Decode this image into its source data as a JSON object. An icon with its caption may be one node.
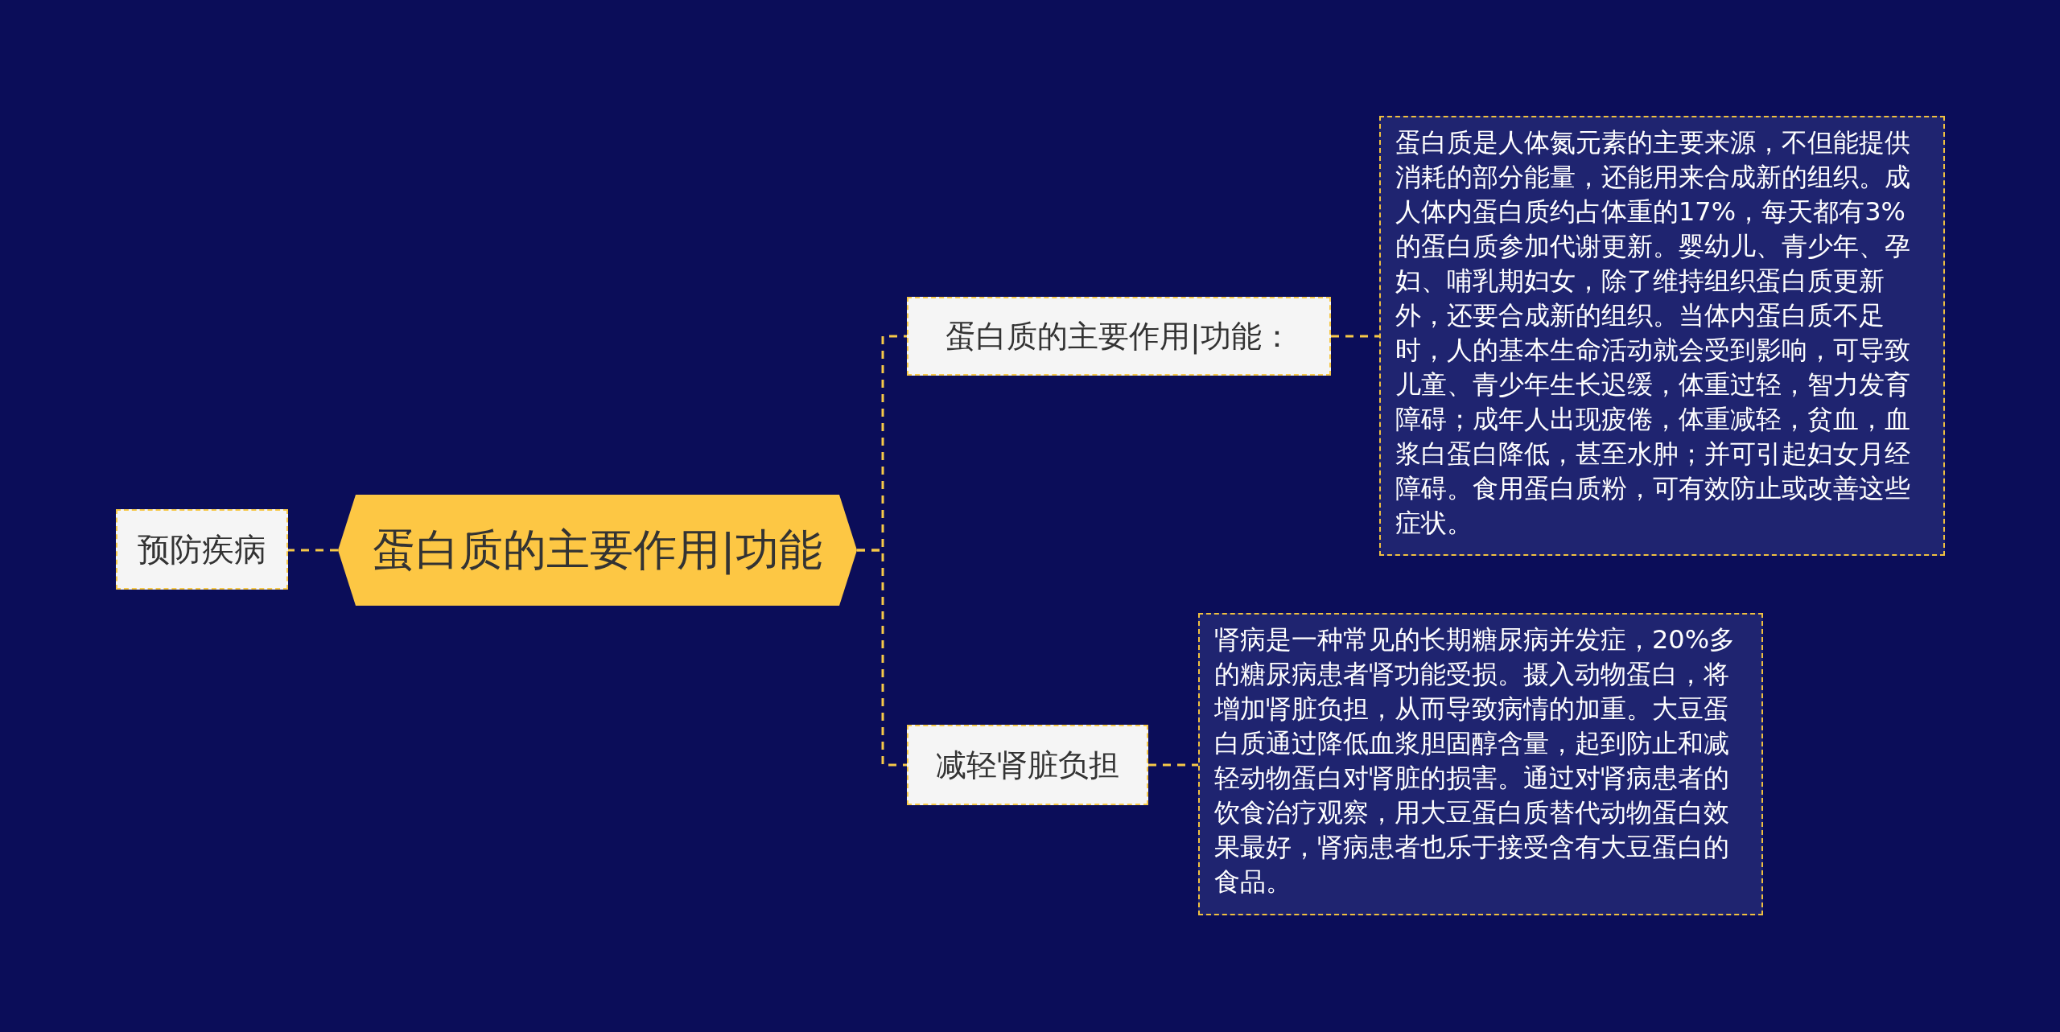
{
  "diagram": {
    "nodes": [
      {
        "text": [
          "蛋白质的主要作用|功能"
        ]
      },
      {
        "text": [
          "预防疾病"
        ]
      },
      {
        "text": [
          "蛋白质的主要作用|功能："
        ]
      },
      {
        "text": [
          "蛋白质是人体氮元素的主要来源，不但能提供消耗的部分能量，还能用来合成新的组织。成人体内蛋白质约占体重的17%，每天都有3%的蛋白质参加代谢更新。婴幼儿、青少年、孕妇、哺乳期妇女，除了维持组织蛋白质更新外，还要合成新的组织。当体内蛋白质不足时，人的基本生命活动就会受到影响，可导致儿童、青少年生长迟缓，体重过轻，智力发育障碍；成年人出现疲倦，体重减轻，贫血，血浆白蛋白降低，甚至水肿；并可引起妇女月经障碍。食用蛋白质粉，可有效防止或改善这些症状。"
        ]
      },
      {
        "text": [
          "减轻肾脏负担"
        ]
      },
      {
        "text": [
          "肾病是一种常见的长期糖尿病并发症，20%多的糖尿病患者肾功能受损。摄入动物蛋白，将增加肾脏负担，从而导致病情的加重。大豆蛋白质通过降低血浆胆固醇含量，起到防止和减轻动物蛋白对肾脏的损害。通过对肾病患者的饮食治疗观察，用大豆蛋白质替代动物蛋白效果最好，肾病患者也乐于接受含有大豆蛋白的食品。"
        ]
      }
    ],
    "edges": [
      {
        "from": 0,
        "to": 1,
        "arrow": "none"
      },
      {
        "from": 0,
        "to": 2,
        "arrow": "none"
      },
      {
        "from": 0,
        "to": 4,
        "arrow": "none"
      },
      {
        "from": 2,
        "to": 3,
        "arrow": "none"
      },
      {
        "from": 4,
        "to": 5,
        "arrow": "none"
      }
    ]
  }
}
